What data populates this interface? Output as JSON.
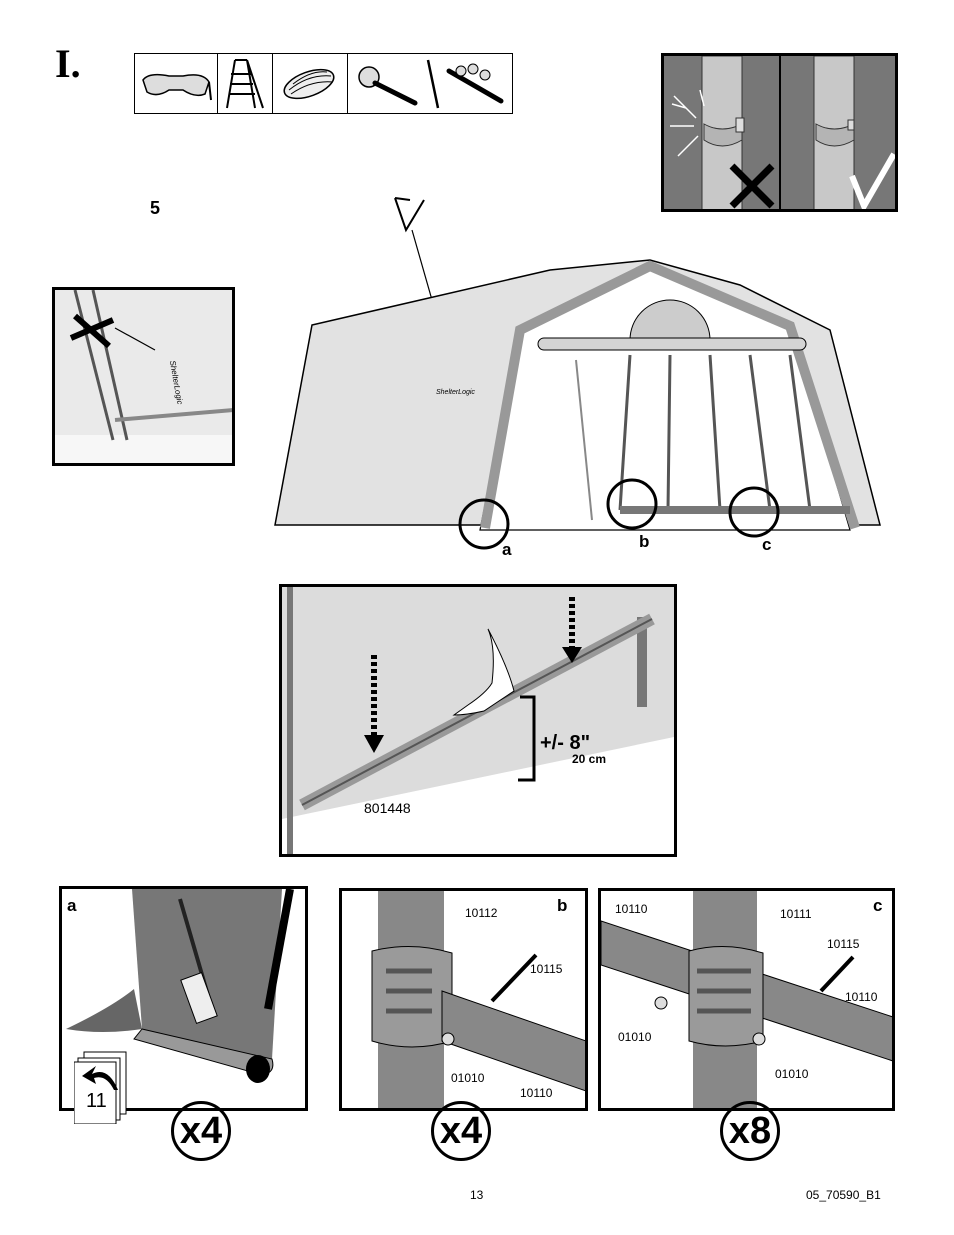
{
  "step": {
    "label": "I."
  },
  "tools": {
    "items": [
      "safety-glasses-icon",
      "ladder-icon",
      "rope-icon",
      "wrench-icon",
      "socket-set-icon"
    ]
  },
  "marks": {
    "five": "5"
  },
  "overview": {
    "brand": "ShelterLogic",
    "callouts": [
      "a",
      "b",
      "c"
    ]
  },
  "middle": {
    "part": "801448",
    "measure": "+/- 8\"",
    "measure_metric": "20 cm"
  },
  "details": {
    "a": {
      "label": "a",
      "page_ref": "11",
      "multiplier": "x4"
    },
    "b": {
      "label": "b",
      "multiplier": "x4",
      "parts": {
        "p1": "10112",
        "p2": "10115",
        "p3": "01010",
        "p4": "10110"
      }
    },
    "c": {
      "label": "c",
      "multiplier": "x8",
      "parts": {
        "p1": "10110",
        "p2": "10111",
        "p3": "10115",
        "p4": "10110",
        "p5": "01010",
        "p6": "01010"
      }
    }
  },
  "footer": {
    "page": "13",
    "doc": "05_70590_B1"
  }
}
